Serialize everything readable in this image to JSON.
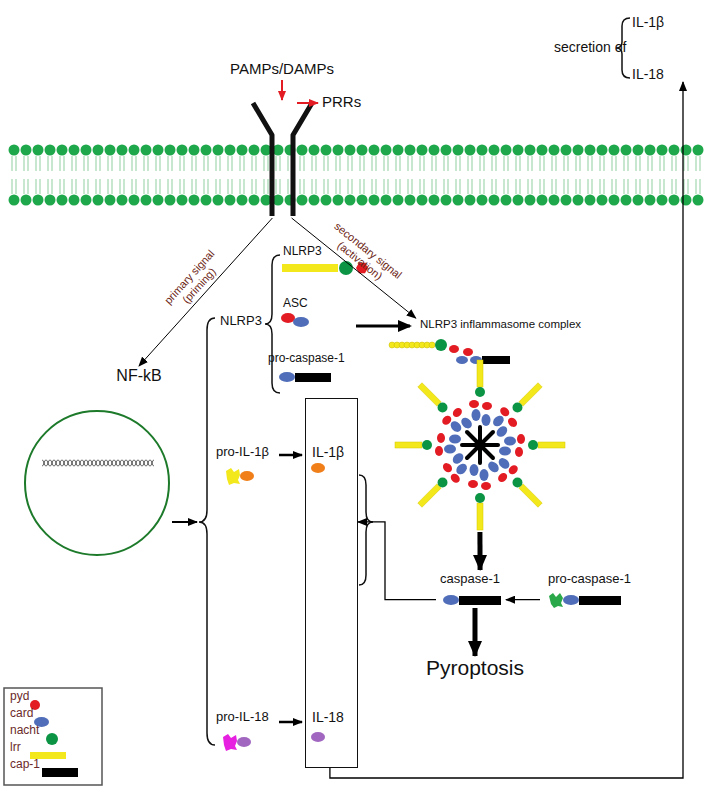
{
  "diagram": {
    "nodes": [
      {
        "text": [
          "secretion of",
          "IL-1β",
          "IL-18"
        ]
      },
      {
        "text": [
          "PAMPs/DAMPs"
        ]
      },
      {
        "text": [
          "NF-kB"
        ]
      },
      {
        "text": [
          "NLRP3 inflammasome complex"
        ]
      },
      {
        "text": [
          "IL-1β",
          "IL-18"
        ]
      },
      {
        "text": [
          "caspase-1"
        ]
      },
      {
        "text": [
          "pro-caspase-1"
        ]
      },
      {
        "text": [
          "Pyroptosis"
        ]
      }
    ],
    "edges": [
      {
        "from": 1,
        "to": 2,
        "arrow": "to",
        "label": "primary signal (priming)"
      },
      {
        "from": 1,
        "to": 3,
        "arrow": "to",
        "label": "secondary signal (activation)"
      },
      {
        "from": 3,
        "to": 5,
        "arrow": "to"
      },
      {
        "from": 6,
        "to": 5,
        "arrow": "to"
      },
      {
        "from": 5,
        "to": 7,
        "arrow": "to"
      },
      {
        "from": 5,
        "to": 4,
        "arrow": "to"
      },
      {
        "from": 4,
        "to": 0,
        "arrow": "to"
      }
    ],
    "labels": [
      "PRRs",
      "NLRP3",
      "NLRP3",
      "ASC",
      "pro-caspase-1",
      "pro-IL-1β",
      "pro-IL-18"
    ],
    "legend": [
      {
        "text": "pyd",
        "color": "#e31b23"
      },
      {
        "text": "card",
        "color": "#4f6db8"
      },
      {
        "text": "nacht",
        "color": "#0b9444"
      },
      {
        "text": "lrr",
        "color": "#f2e81b"
      },
      {
        "text": "cap-1",
        "color": "#000000"
      }
    ]
  }
}
